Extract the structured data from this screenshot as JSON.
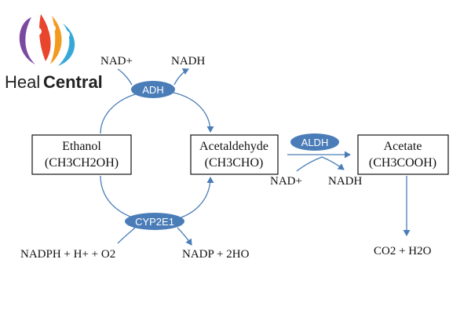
{
  "brand": {
    "name_part1": "Heal",
    "name_part2": "Central",
    "logo_icon": "colorful-flame-figures-logo",
    "colors": {
      "purple": "#7b4aa0",
      "dark": "#222222"
    }
  },
  "colors": {
    "enzyme_fill": "#4a7db8",
    "arrow": "#4a7db8",
    "box_stroke": "#111111"
  },
  "nodes": {
    "ethanol": {
      "name": "Ethanol",
      "formula": "(CH3CH2OH)"
    },
    "acetaldehyde": {
      "name": "Acetaldehyde",
      "formula": "(CH3CHO)"
    },
    "acetate": {
      "name": "Acetate",
      "formula": "(CH3COOH)"
    }
  },
  "enzymes": {
    "adh": "ADH",
    "aldh": "ALDH",
    "cyp2e1": "CYP2E1"
  },
  "cofactors": {
    "adh_in": "NAD+",
    "adh_out": "NADH",
    "aldh_in": "NAD+",
    "aldh_out": "NADH",
    "cyp_in": "NADPH + H+ + O2",
    "cyp_out": "NADP + 2HO",
    "final_products": "CO2 + H2O"
  }
}
